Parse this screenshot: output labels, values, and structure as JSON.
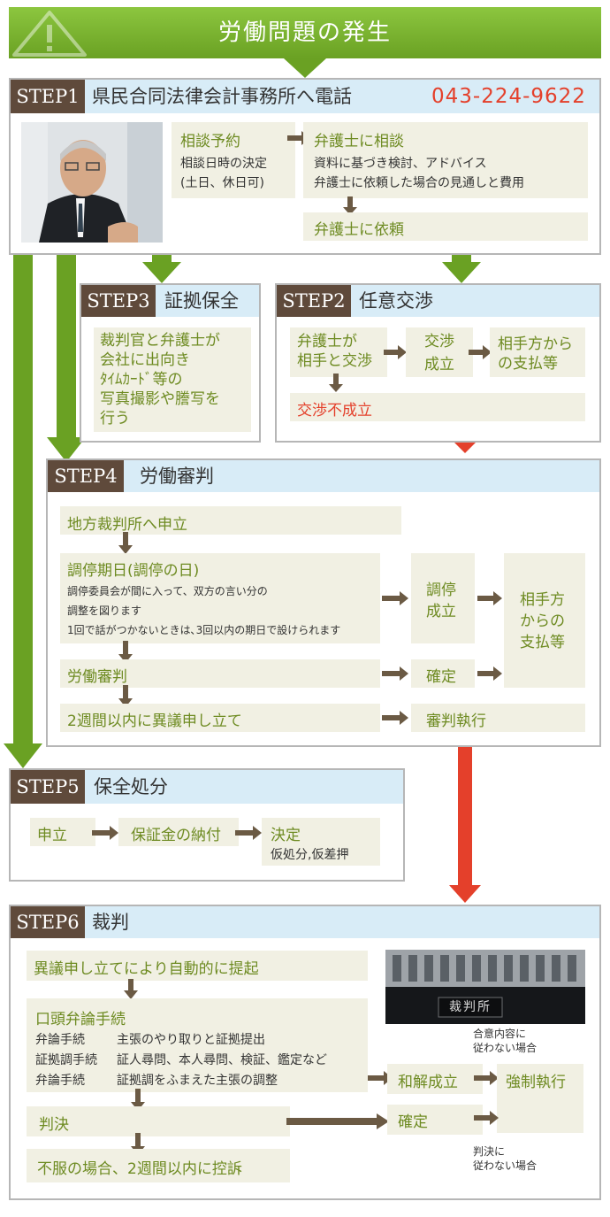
{
  "banner": {
    "title": "労働問題の発生"
  },
  "step1": {
    "tag": "STEP1",
    "title": "県民合同法律会計事務所へ電話",
    "phone": "043-224-9622",
    "reserve": "相談予約",
    "reserve_desc": [
      "相談日時の決定",
      "(土日、休日可)"
    ],
    "consult": "弁護士に相談",
    "consult_desc": [
      "資料に基づき検討、アドバイス",
      "弁護士に依頼した場合の見通しと費用"
    ],
    "request": "弁護士に依頼"
  },
  "step3": {
    "tag": "STEP3",
    "title": "証拠保全",
    "lines": [
      "裁判官と弁護士が",
      "会社に出向き",
      "ﾀｲﾑｶｰﾄﾞ等の",
      "写真撮影や謄写を",
      "行う"
    ]
  },
  "step2": {
    "tag": "STEP2",
    "title": "任意交渉",
    "lawyer": [
      "弁護士が",
      "相手と交渉"
    ],
    "success": [
      "交渉",
      "成立"
    ],
    "payment": [
      "相手方から",
      "の支払等"
    ],
    "fail": "交渉不成立"
  },
  "step4": {
    "tag": "STEP4",
    "title": "労働審判",
    "apply": "地方裁判所へ申立",
    "mediation": "調停期日(調停の日)",
    "mediation_desc": [
      "調停委員会が間に入って、双方の言い分の",
      "調整を図ります",
      "1回で話がつかないときは､3回以内の期日で設けられます"
    ],
    "med_success": [
      "調停",
      "成立"
    ],
    "payment": [
      "相手方",
      "からの",
      "支払等"
    ],
    "judgment": "労働審判",
    "confirm": "確定",
    "objection": "2週間以内に異議申し立て",
    "execution": "審判執行"
  },
  "step5": {
    "tag": "STEP5",
    "title": "保全処分",
    "apply": "申立",
    "deposit": "保証金の納付",
    "decision": "決定",
    "decision_desc": "仮処分,仮差押"
  },
  "step6": {
    "tag": "STEP6",
    "title": "裁判",
    "auto": "異議申し立てにより自動的に提起",
    "oral": "口頭弁論手続",
    "rows": [
      [
        "弁論手続",
        "主張のやり取りと証拠提出"
      ],
      [
        "証拠調手続",
        "証人尋問、本人尋問、検証、鑑定など"
      ],
      [
        "弁論手続",
        "証拠調をふまえた主張の調整"
      ]
    ],
    "settle": "和解成立",
    "enforce": "強制執行",
    "verdict": "判決",
    "confirm": "確定",
    "appeal": "不服の場合、2週間以内に控訴",
    "note1": [
      "合意内容に",
      "従わない場合"
    ],
    "note2": [
      "判決に",
      "従わない場合"
    ],
    "court_sign": "裁判所"
  },
  "colors": {
    "green": "#6aa123",
    "red": "#e4402b",
    "brown": "#6b5a44",
    "tag": "#5f4a3b",
    "head": "#d8ecf7",
    "box": "#f1f0e3"
  }
}
